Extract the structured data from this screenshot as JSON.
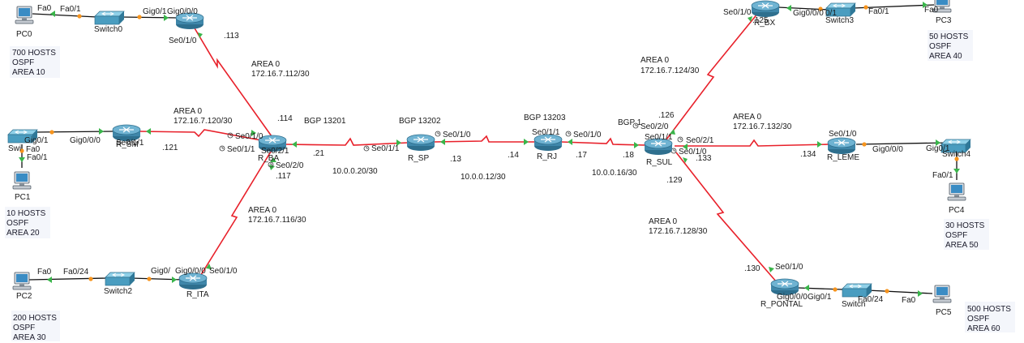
{
  "devices": {
    "pc0": "PC0",
    "pc1": "PC1",
    "pc2": "PC2",
    "pc3": "PC3",
    "pc4": "PC4",
    "pc5": "PC5",
    "switch0": "Switch0",
    "switch1": "Swi",
    "switch2": "Switch2",
    "switch3": "Switch3",
    "switch4": "Switch4",
    "switch5": "Switch",
    "r_ba": "R_BA",
    "r_sm": "R_SM",
    "r_ita": "R_ITA",
    "r_sp": "R_SP",
    "r_rj": "R_RJ",
    "r_sul": "R_SUL",
    "r_bx": "R_BX",
    "r_leme": "R_LEME",
    "r_pontal": "R_PONTAL"
  },
  "ports": {
    "pc0_fa0": "Fa0",
    "sw0_fa01": "Fa0/1",
    "sw0_gig01": "Gig0/1",
    "rba_gig000": "Gig0/0/0",
    "rba_se010": "Se0/1/0",
    "sw1_gig01": "Gig0/1",
    "sw1_fa01": "Fa0/1",
    "pc1_fa0": "Fa0",
    "rsm_gig000": "Gig0/0/0",
    "rsm_se011": "Se0/1/1",
    "rba_se0101": "Se0/1/0",
    "rba_se011": "Se0/1/1",
    "rba_se021": "Se0/2/1",
    "rba_se020": "Se0/2/0",
    "pc2_fa0": "Fa0",
    "sw2_fa024": "Fa0/24",
    "sw2_gig0": "Gig0/",
    "rita_gig000": "Gig0/0/0",
    "rita_se010": "Se0/1/0",
    "rsp_se011": "Se0/1/1",
    "rsp_se010": "Se0/1/0",
    "rrj_se011": "Se0/1/1",
    "rrj_se010": "Se0/1/0",
    "rsul_se020": "Se0/2/0",
    "rsul_se011": "Se0/1/1",
    "rsul_se021": "Se0/2/1",
    "rsul_se010": "Se0/1/0",
    "rbx_se010": "Se0/1/0",
    "rbx_gig000": "Gig0/0/0",
    "sw3_gig01": "0/1",
    "sw3_fa01": "Fa0/1",
    "pc3_fa0": "Fa0",
    "rleme_se010": "Se0/1/0",
    "rleme_gig000": "Gig0/0/0",
    "sw4_gig01": "Gig0/1",
    "sw4_fa01": "Fa0/1",
    "rpontal_se010": "Se0/1/0",
    "rpontal_gig000": "Gig0/0/0",
    "sw5_gig01": "Gig0/1",
    "sw5_fa024": "Fa0/24",
    "pc5_fa0": "Fa0"
  },
  "ips": {
    "rba_113": ".113",
    "rba_114": ".114",
    "rsm_121": ".121",
    "rba_21": ".21",
    "rba_117": ".117",
    "rsp_13": ".13",
    "rrj_14": ".14",
    "rrj_17": ".17",
    "rsul_18": ".18",
    "rsul_126": ".126",
    "rsul_133": ".133",
    "rsul_129": ".129",
    "rleme_134": ".134",
    "rpontal_130": ".130",
    "rbx_125": ".125"
  },
  "networks": {
    "net_112": {
      "area": "AREA 0",
      "subnet": "172.16.7.112/30"
    },
    "net_120": {
      "area": "AREA 0",
      "subnet": "172.16.7.120/30"
    },
    "net_116": {
      "area": "AREA 0",
      "subnet": "172.16.7.116/30"
    },
    "net_124": {
      "area": "AREA 0",
      "subnet": "172.16.7.124/30"
    },
    "net_132": {
      "area": "AREA 0",
      "subnet": "172.16.7.132/30"
    },
    "net_128": {
      "area": "AREA 0",
      "subnet": "172.16.7.128/30"
    },
    "net_20": "10.0.0.20/30",
    "net_12": "10.0.0.12/30",
    "net_16": "10.0.0.16/30"
  },
  "bgp": {
    "as13201": "BGP 13201",
    "as13202": "BGP 13202",
    "as13203": "BGP 13203",
    "as_sul": "BGP 1"
  },
  "lan_notes": {
    "lan10": {
      "hosts": "700 HOSTS",
      "proto": "OSPF",
      "area": "AREA 10"
    },
    "lan20": {
      "hosts": "10 HOSTS",
      "proto": "OSPF",
      "area": "AREA 20"
    },
    "lan30": {
      "hosts": "200 HOSTS",
      "proto": "OSPF",
      "area": "AREA 30"
    },
    "lan40": {
      "hosts": "50 HOSTS",
      "proto": "OSPF",
      "area": "AREA 40"
    },
    "lan50": {
      "hosts": "30 HOSTS",
      "proto": "OSPF",
      "area": "AREA 50"
    },
    "lan60": {
      "hosts": "500 HOSTS",
      "proto": "OSPF",
      "area": "AREA 60"
    }
  },
  "colors": {
    "serial_link": "#e8202a",
    "copper_link": "#111111",
    "port_up": "#39b54a",
    "port_amber": "#f7941d",
    "router_body": "#4a8fb0",
    "switch_body": "#5aa6c4",
    "note_bg": "#f4f6fb"
  },
  "icons": {
    "router": "router-icon",
    "switch": "switch-icon",
    "pc": "pc-icon",
    "clock": "clock-icon"
  }
}
